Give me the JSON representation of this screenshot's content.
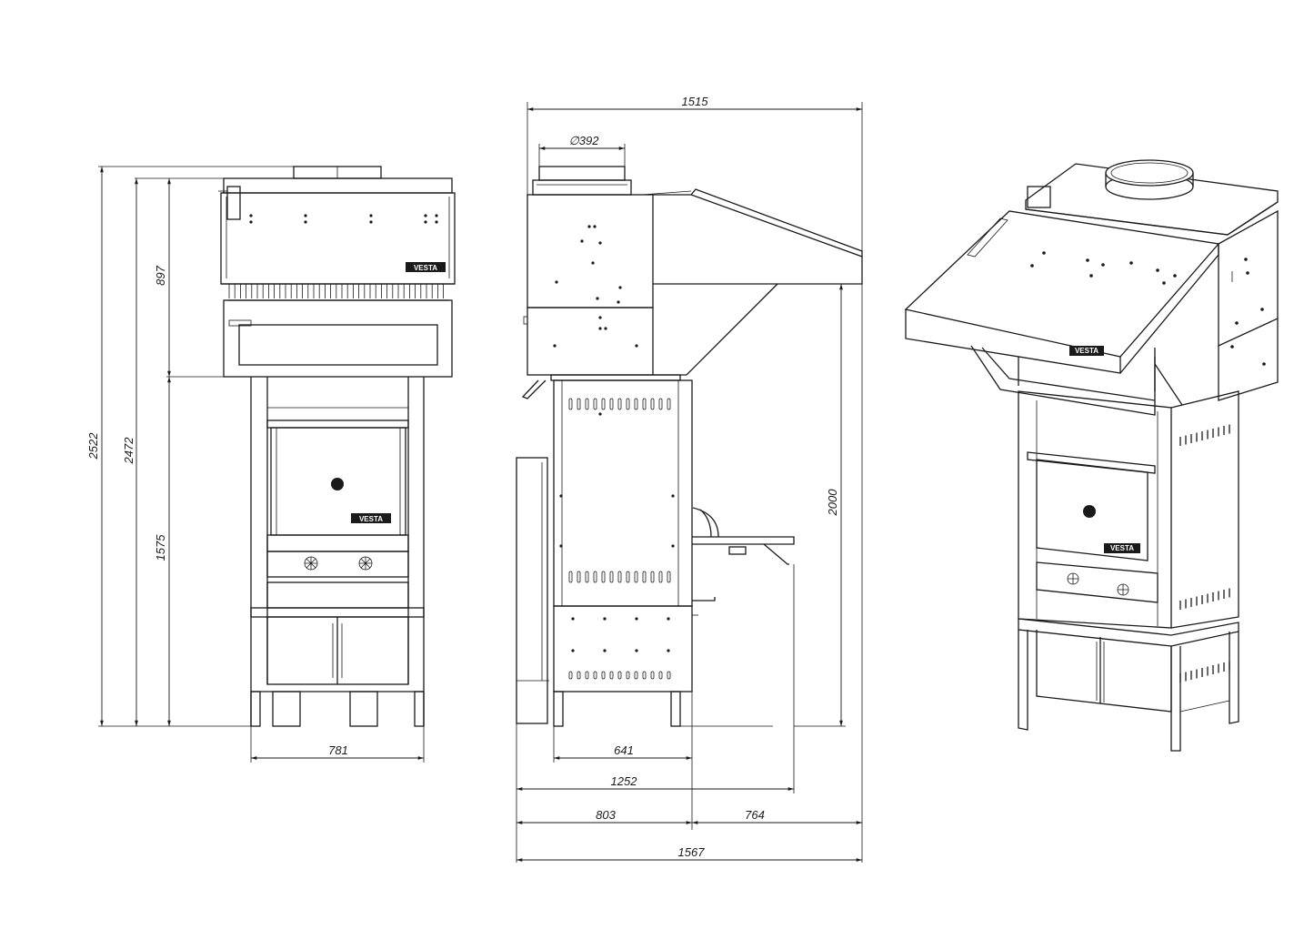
{
  "brand": "VESTA",
  "dimensions": {
    "width_front": "781",
    "total_height": "2522",
    "height_2472": "2472",
    "height_hood": "897",
    "height_stand": "1575",
    "width_side": "1515",
    "diameter": "∅392",
    "height_2000": "2000",
    "depth_641": "641",
    "depth_1252": "1252",
    "depth_803": "803",
    "depth_764": "764",
    "depth_1567": "1567"
  }
}
